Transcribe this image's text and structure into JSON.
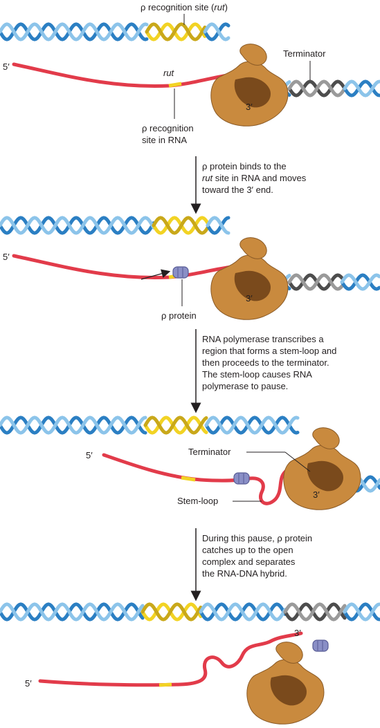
{
  "colors": {
    "dna_blue": "#2b7fc3",
    "dna_blue_light": "#8cc4ea",
    "rut_yellow": "#f2d324",
    "rut_yellow_dark": "#c9a81a",
    "terminator_gray": "#4d4d4d",
    "terminator_gray_light": "#9a9a9a",
    "rna_red": "#e23b4a",
    "rna_pink": "#f07c88",
    "polymerase_tan": "#c98a3e",
    "polymerase_dark": "#7a4a1c",
    "rho_lavender": "#8a8fc6",
    "rho_dark": "#565a94",
    "text": "#231f20",
    "arrow": "#231f20"
  },
  "panel1": {
    "label_rho_site_prefix": "ρ recognition site (",
    "label_rho_site_rut": "rut",
    "label_rho_site_suffix": ")",
    "label_5prime": "5′",
    "label_rut": "rut",
    "label_terminator": "Terminator",
    "label_3prime": "3′",
    "label_rna_site_line1": "ρ recognition",
    "label_rna_site_line2": "site in RNA"
  },
  "step1": {
    "line1": "ρ protein binds to the",
    "line2_rut": "rut",
    "line2_rest": " site in RNA and moves",
    "line3": "toward the 3′ end."
  },
  "panel2": {
    "label_5prime": "5′",
    "label_3prime": "3′",
    "label_rho_protein": "ρ protein"
  },
  "step2": {
    "line1": "RNA polymerase transcribes a",
    "line2": "region that forms a stem-loop and",
    "line3": "then proceeds to the terminator.",
    "line4": "The stem-loop causes RNA",
    "line5": "polymerase to pause."
  },
  "panel3": {
    "label_5prime": "5′",
    "label_terminator": "Terminator",
    "label_stem_loop": "Stem-loop",
    "label_3prime": "3′"
  },
  "step3": {
    "line1": "During this pause, ρ protein",
    "line2": "catches up to the open",
    "line3": "complex and separates",
    "line4": "the RNA-DNA hybrid."
  },
  "panel4": {
    "label_5prime": "5′",
    "label_3prime": "3′"
  }
}
